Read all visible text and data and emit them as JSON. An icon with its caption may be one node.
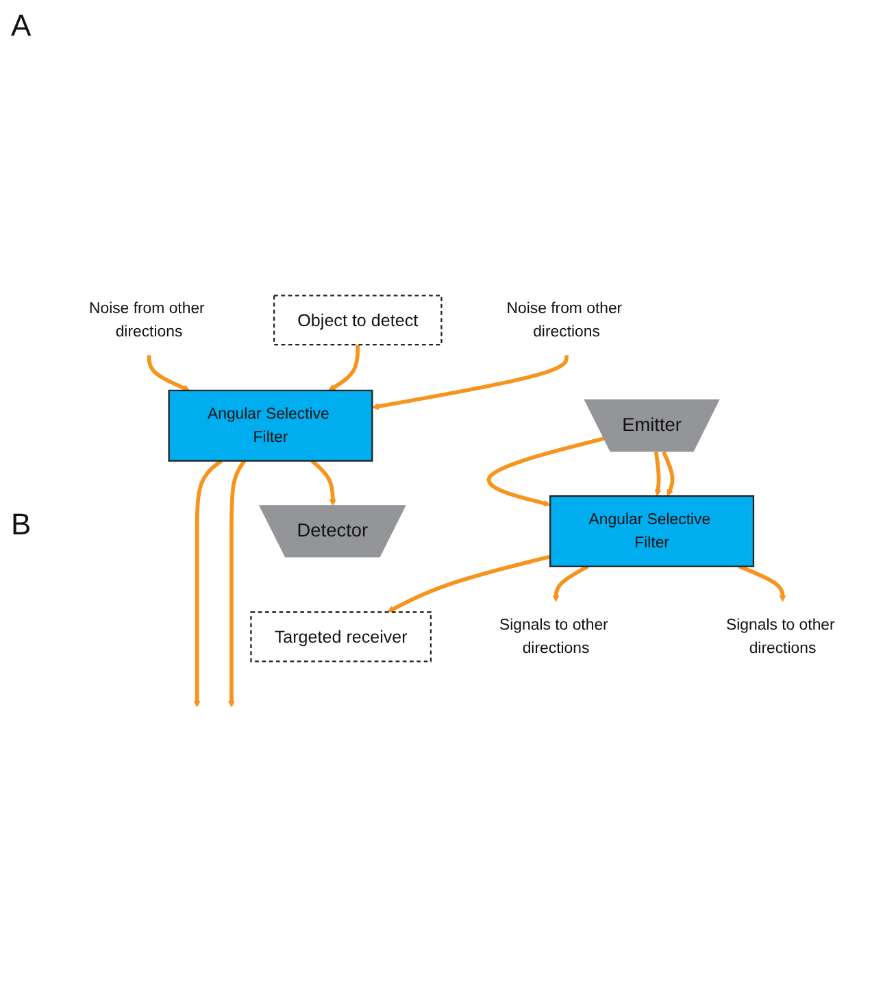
{
  "diagram": {
    "nodes": [
      {
        "text": [
          "Noise from other directions"
        ]
      },
      {
        "text": [
          "Object to detect"
        ]
      },
      {
        "text": [
          "Noise from other directions"
        ]
      },
      {
        "text": [
          "Angular Selective Filter"
        ]
      },
      {
        "text": [
          "Detector"
        ]
      },
      {
        "text": [
          "Targeted receiver"
        ]
      },
      {
        "text": [
          "Angular Selective Filter"
        ]
      },
      {
        "text": [
          "Signals to other directions"
        ]
      },
      {
        "text": [
          "Emitter"
        ]
      },
      {
        "text": [
          "Signals to other directions"
        ]
      }
    ],
    "edges": [
      {
        "from": 0,
        "to": 3,
        "arrow": "to"
      },
      {
        "from": 3,
        "to": null,
        "arrow": "to"
      },
      {
        "from": 1,
        "to": 3,
        "arrow": "to"
      },
      {
        "from": 3,
        "to": null,
        "arrow": "to"
      },
      {
        "from": 2,
        "to": 3,
        "arrow": "to"
      },
      {
        "from": 3,
        "to": 4,
        "arrow": "to"
      },
      {
        "from": 6,
        "to": 5,
        "arrow": "to"
      },
      {
        "from": 8,
        "to": 6,
        "arrow": "to"
      },
      {
        "from": 6,
        "to": 7,
        "arrow": "to"
      },
      {
        "from": 8,
        "to": 6,
        "arrow": "to"
      },
      {
        "from": 8,
        "to": 6,
        "arrow": "to"
      },
      {
        "from": 6,
        "to": 9,
        "arrow": "to"
      }
    ],
    "labels": [
      "A",
      "B"
    ]
  }
}
